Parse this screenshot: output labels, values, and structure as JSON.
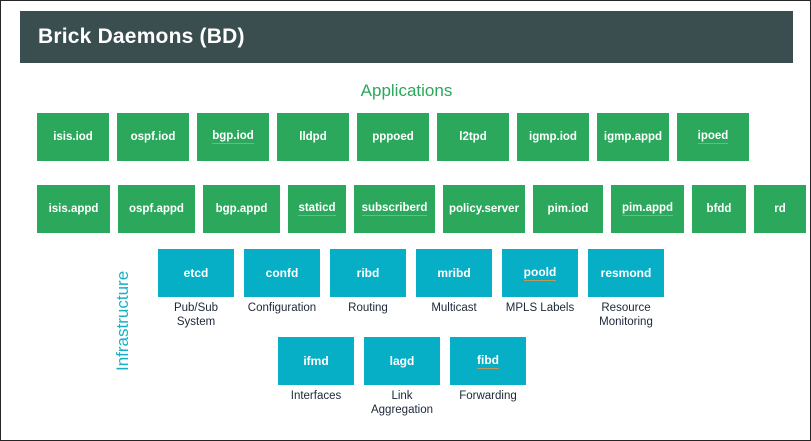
{
  "header": {
    "title": "Brick Daemons (BD)",
    "bar_color": "#3a4e50",
    "text_color": "#ffffff"
  },
  "colors": {
    "applications_green": "#2ba85c",
    "infrastructure_teal": "#06afc6",
    "caption_text": "#1b2838",
    "page_border": "#262626",
    "spell_underline": "#b99a5a"
  },
  "applications": {
    "section_title": "Applications",
    "section_title_color": "#2ba85c",
    "rows": [
      {
        "boxes": [
          {
            "label": "isis.iod",
            "underlined": false,
            "width": 72
          },
          {
            "label": "ospf.iod",
            "underlined": false,
            "width": 72
          },
          {
            "label": "bgp.iod",
            "underlined": true,
            "width": 72
          },
          {
            "label": "lldpd",
            "underlined": false,
            "width": 72
          },
          {
            "label": "pppoed",
            "underlined": false,
            "width": 72
          },
          {
            "label": "l2tpd",
            "underlined": false,
            "width": 72
          },
          {
            "label": "igmp.iod",
            "underlined": false,
            "width": 72
          },
          {
            "label": "igmp.appd",
            "underlined": false,
            "width": 72
          },
          {
            "label": "ipoed",
            "underlined": true,
            "width": 72
          }
        ]
      },
      {
        "boxes": [
          {
            "label": "isis.appd",
            "underlined": false,
            "width": 73
          },
          {
            "label": "ospf.appd",
            "underlined": false,
            "width": 77
          },
          {
            "label": "bgp.appd",
            "underlined": false,
            "width": 77
          },
          {
            "label": "staticd",
            "underlined": true,
            "width": 58
          },
          {
            "label": "subscriberd",
            "underlined": true,
            "width": 81
          },
          {
            "label": "policy.server",
            "underlined": false,
            "width": 82
          },
          {
            "label": "pim.iod",
            "underlined": false,
            "width": 70
          },
          {
            "label": "pim.appd",
            "underlined": true,
            "width": 73
          },
          {
            "label": "bfdd",
            "underlined": false,
            "width": 54
          },
          {
            "label": "rd",
            "underlined": false,
            "width": 52
          }
        ]
      }
    ]
  },
  "infrastructure": {
    "section_title": "Infrastructure",
    "section_title_color": "#17b0c7",
    "rows": [
      {
        "cells": [
          {
            "label": "etcd",
            "underlined": false,
            "caption": "Pub/Sub\nSystem",
            "width": 76
          },
          {
            "label": "confd",
            "underlined": false,
            "caption": "Configuration",
            "width": 76
          },
          {
            "label": "ribd",
            "underlined": false,
            "caption": "Routing",
            "width": 76
          },
          {
            "label": "mribd",
            "underlined": false,
            "caption": "Multicast",
            "width": 76
          },
          {
            "label": "poold",
            "underlined": true,
            "caption": "MPLS Labels",
            "width": 76
          },
          {
            "label": "resmond",
            "underlined": false,
            "caption": "Resource\nMonitoring",
            "width": 76
          }
        ]
      },
      {
        "cells": [
          {
            "label": "ifmd",
            "underlined": false,
            "caption": "Interfaces",
            "width": 76
          },
          {
            "label": "lagd",
            "underlined": false,
            "caption": "Link\nAggregation",
            "width": 76
          },
          {
            "label": "fibd",
            "underlined": true,
            "caption": "Forwarding",
            "width": 76
          }
        ]
      }
    ]
  }
}
